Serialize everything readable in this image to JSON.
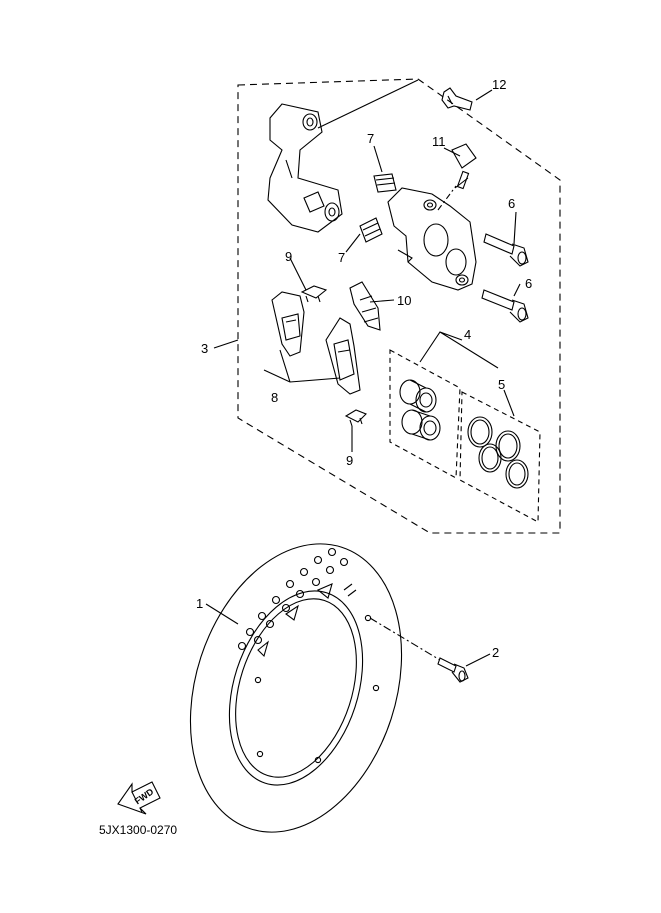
{
  "callouts": {
    "c1": "1",
    "c2": "2",
    "c3": "3",
    "c4": "4",
    "c5": "5",
    "c6a": "6",
    "c6b": "6",
    "c7a": "7",
    "c7b": "7",
    "c8": "8",
    "c9a": "9",
    "c9b": "9",
    "c10": "10",
    "c11": "11",
    "c12": "12"
  },
  "fwd_label": "FWD",
  "catalog_code": "5JX1300-0270",
  "colors": {
    "line": "#000000",
    "background": "#ffffff"
  }
}
